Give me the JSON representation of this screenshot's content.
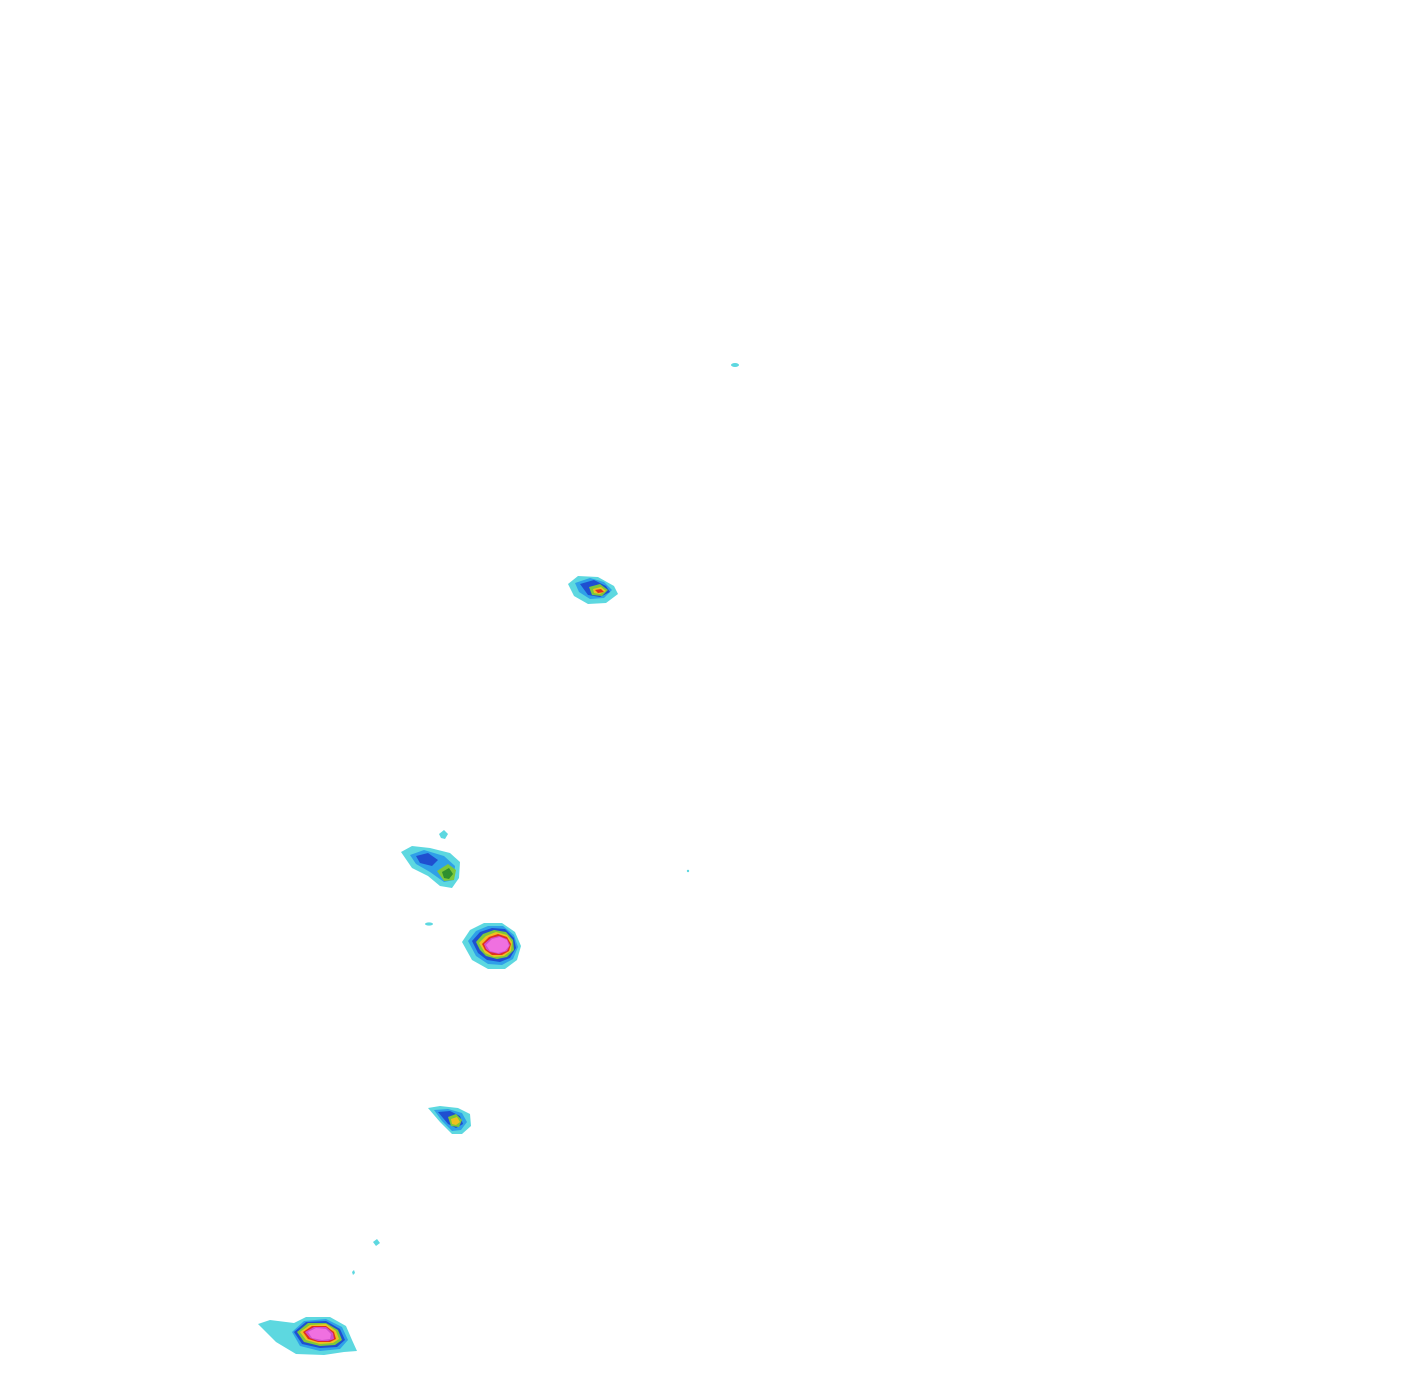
{
  "palette": {
    "background": "#ffffff",
    "level_1": "#5dd8e0",
    "level_2": "#2fa0e8",
    "level_3": "#1f4fd0",
    "level_4": "#7cc83a",
    "level_5": "#2e8f2e",
    "level_6": "#f0c020",
    "level_7": "#e03020",
    "level_8": "#d050c8",
    "level_9": "#f070e0"
  },
  "features": [
    {
      "name": "speck-top",
      "levels": 1
    },
    {
      "name": "blob-upper-mid",
      "levels": 6
    },
    {
      "name": "speck-left-small",
      "levels": 1
    },
    {
      "name": "blob-left-mid",
      "levels": 4
    },
    {
      "name": "speck-center-tiny",
      "levels": 1
    },
    {
      "name": "speck-left-2",
      "levels": 1
    },
    {
      "name": "blob-center-large",
      "levels": 9
    },
    {
      "name": "blob-lower",
      "levels": 5
    },
    {
      "name": "speck-bottom-1",
      "levels": 1
    },
    {
      "name": "speck-bottom-2",
      "levels": 1
    },
    {
      "name": "blob-bottom-large",
      "levels": 9
    }
  ]
}
